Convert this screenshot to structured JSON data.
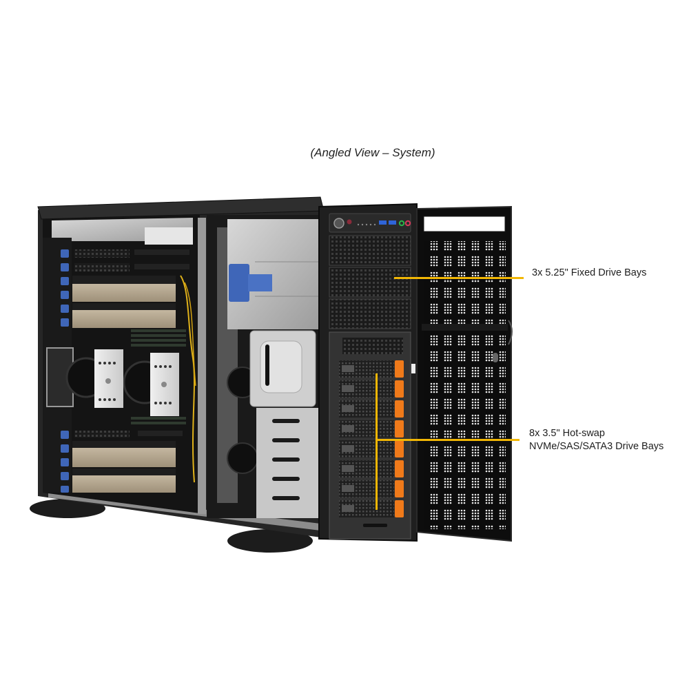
{
  "caption": "(Angled View – System)",
  "callouts": [
    {
      "id": "fixed-bays",
      "lines": [
        "3x 5.25\" Fixed Drive Bays"
      ]
    },
    {
      "id": "hotswap-bays",
      "lines": [
        "8x 3.5\" Hot-swap",
        "NVMe/SAS/SATA3 Drive Bays"
      ]
    }
  ],
  "colors": {
    "leader_line": "#f2b705",
    "drive_tray_latch": "#f07a1a",
    "chassis": "#232323",
    "gpu_shroud": "#b7aa93",
    "blue_clip": "#3f66b8"
  },
  "components": {
    "front_panel_ports": [
      "power-button",
      "reset-button",
      "status-leds",
      "usb-3",
      "usb-3",
      "audio-out",
      "audio-mic"
    ],
    "fixed_bay_count": 3,
    "hotswap_bay_count": 8,
    "gpu_count": 4,
    "cpu_heatsink_count": 2
  }
}
